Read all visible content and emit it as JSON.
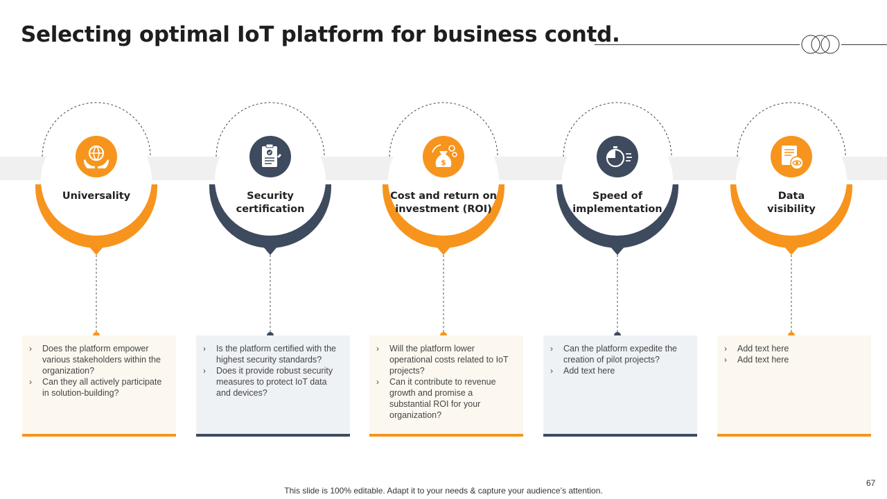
{
  "title": "Selecting optimal IoT platform for business contd.",
  "colors": {
    "orange": "#f7941d",
    "navy": "#3e4a5e",
    "band": "#f0f0f0"
  },
  "items": [
    {
      "label_line1": "Universality",
      "label_line2": "",
      "icon": "globe-in-hands-icon",
      "accent": "orange",
      "bullets": [
        "Does the platform empower various stakeholders within the organization?",
        "Can they all actively participate in solution-building?"
      ]
    },
    {
      "label_line1": "Security",
      "label_line2": "certification",
      "icon": "certified-clipboard-icon",
      "accent": "navy",
      "bullets": [
        "Is the platform certified with the highest security standards?",
        "Does it provide robust security measures to protect IoT data and devices?"
      ]
    },
    {
      "label_line1": "Cost and return on",
      "label_line2": "investment (ROI)",
      "icon": "money-bag-icon",
      "accent": "orange",
      "bullets": [
        "Will the platform lower operational costs related to IoT projects?",
        "Can it contribute to revenue growth and promise a substantial ROI for your organization?"
      ]
    },
    {
      "label_line1": "Speed of",
      "label_line2": "implementation",
      "icon": "stopwatch-icon",
      "accent": "navy",
      "bullets": [
        "Can the platform expedite the creation of pilot projects?",
        "Add text here"
      ]
    },
    {
      "label_line1": "Data",
      "label_line2": "visibility",
      "icon": "data-visibility-icon",
      "accent": "orange",
      "bullets": [
        "Add text here",
        "Add text here"
      ]
    }
  ],
  "footer": "This slide is 100% editable. Adapt it to your needs & capture your audience’s attention.",
  "page_number": "67"
}
